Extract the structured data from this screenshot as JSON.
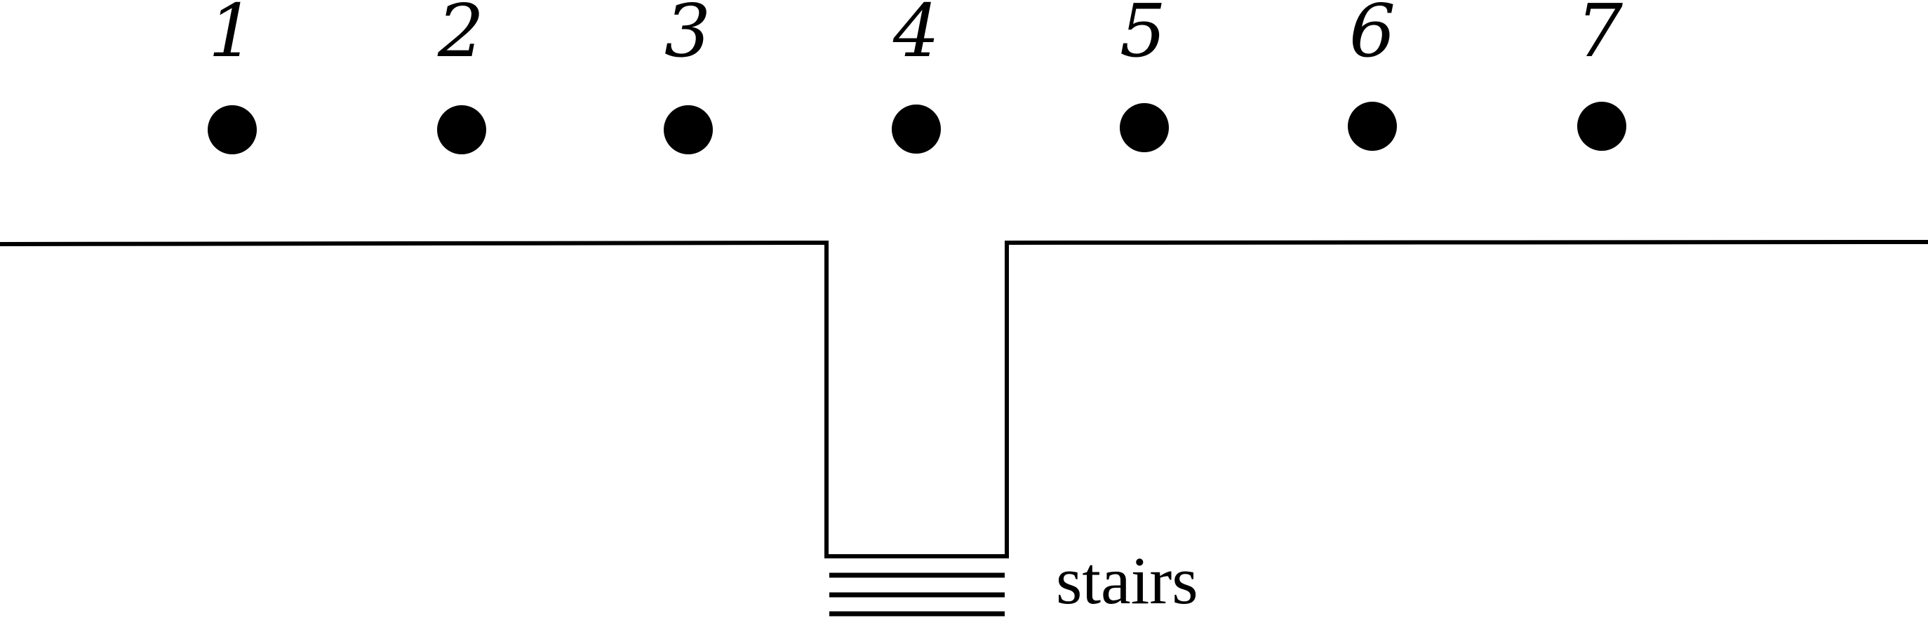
{
  "positions": [
    {
      "label": "1"
    },
    {
      "label": "2"
    },
    {
      "label": "3"
    },
    {
      "label": "4"
    },
    {
      "label": "5"
    },
    {
      "label": "6"
    },
    {
      "label": "7"
    }
  ],
  "stairs_label": "stairs",
  "colors": {
    "ink": "#000000",
    "background": "#ffffff"
  }
}
